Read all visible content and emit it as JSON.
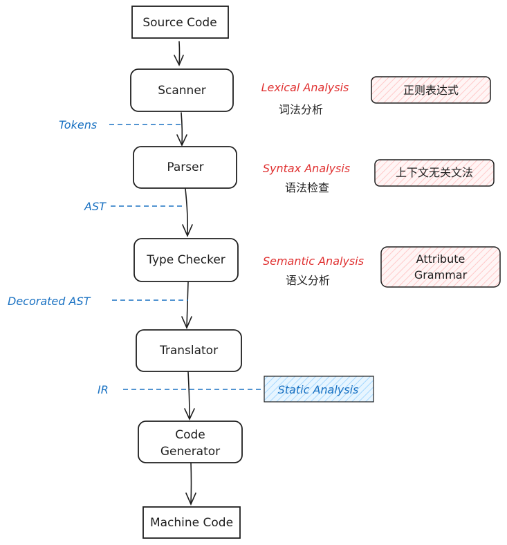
{
  "colors": {
    "stroke": "#1e1e1e",
    "stage_label": "#e03131",
    "interface_label": "#1971c2",
    "hatch_red": "#ffc9c9",
    "hatch_blue": "#a5d8ff",
    "box_fill_red": "#fff5f5",
    "box_fill_blue": "#e7f5ff"
  },
  "pipeline": [
    {
      "id": "source",
      "label": "Source Code",
      "style": "square"
    },
    {
      "id": "scanner",
      "label": "Scanner",
      "style": "rounded"
    },
    {
      "id": "parser",
      "label": "Parser",
      "style": "rounded"
    },
    {
      "id": "checker",
      "label": "Type Checker",
      "style": "rounded"
    },
    {
      "id": "translator",
      "label": "Translator",
      "style": "rounded"
    },
    {
      "id": "codegen",
      "label": "Code Generator",
      "lines": [
        "Code",
        "Generator"
      ],
      "style": "rounded"
    },
    {
      "id": "machine",
      "label": "Machine Code",
      "style": "square"
    }
  ],
  "stages": [
    {
      "label": "Lexical Analysis",
      "sub": "词法分析",
      "box": "正则表达式"
    },
    {
      "label": "Syntax Analysis",
      "sub": "语法检查",
      "box": "上下文无关文法"
    },
    {
      "label": "Semantic Analysis",
      "sub": "语义分析",
      "box_lines": [
        "Attribute",
        "Grammar"
      ]
    }
  ],
  "interfaces": [
    "Tokens",
    "AST",
    "Decorated AST",
    "IR"
  ],
  "static_analysis": "Static Analysis"
}
